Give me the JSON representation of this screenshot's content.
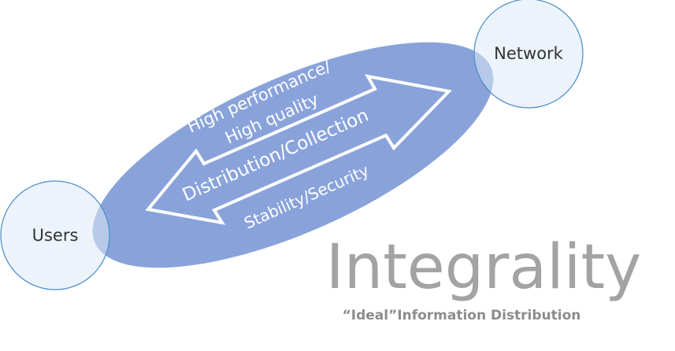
{
  "nodes": {
    "network": {
      "label": "Network"
    },
    "users": {
      "label": "Users"
    }
  },
  "band": {
    "line1": "High performance/",
    "line2": "High quality",
    "arrow_label": "Distribution/Collection",
    "bottom_label": "Stability/Security"
  },
  "title": "Integrality",
  "subtitle": "“Ideal”Information Distribution",
  "colors": {
    "ellipse_fill": "#6f8fd2",
    "circle_fill": "#dde9f6",
    "circle_stroke": "#4a8cc7",
    "title": "#a3a3a3",
    "subtitle": "#8c8c8c"
  }
}
